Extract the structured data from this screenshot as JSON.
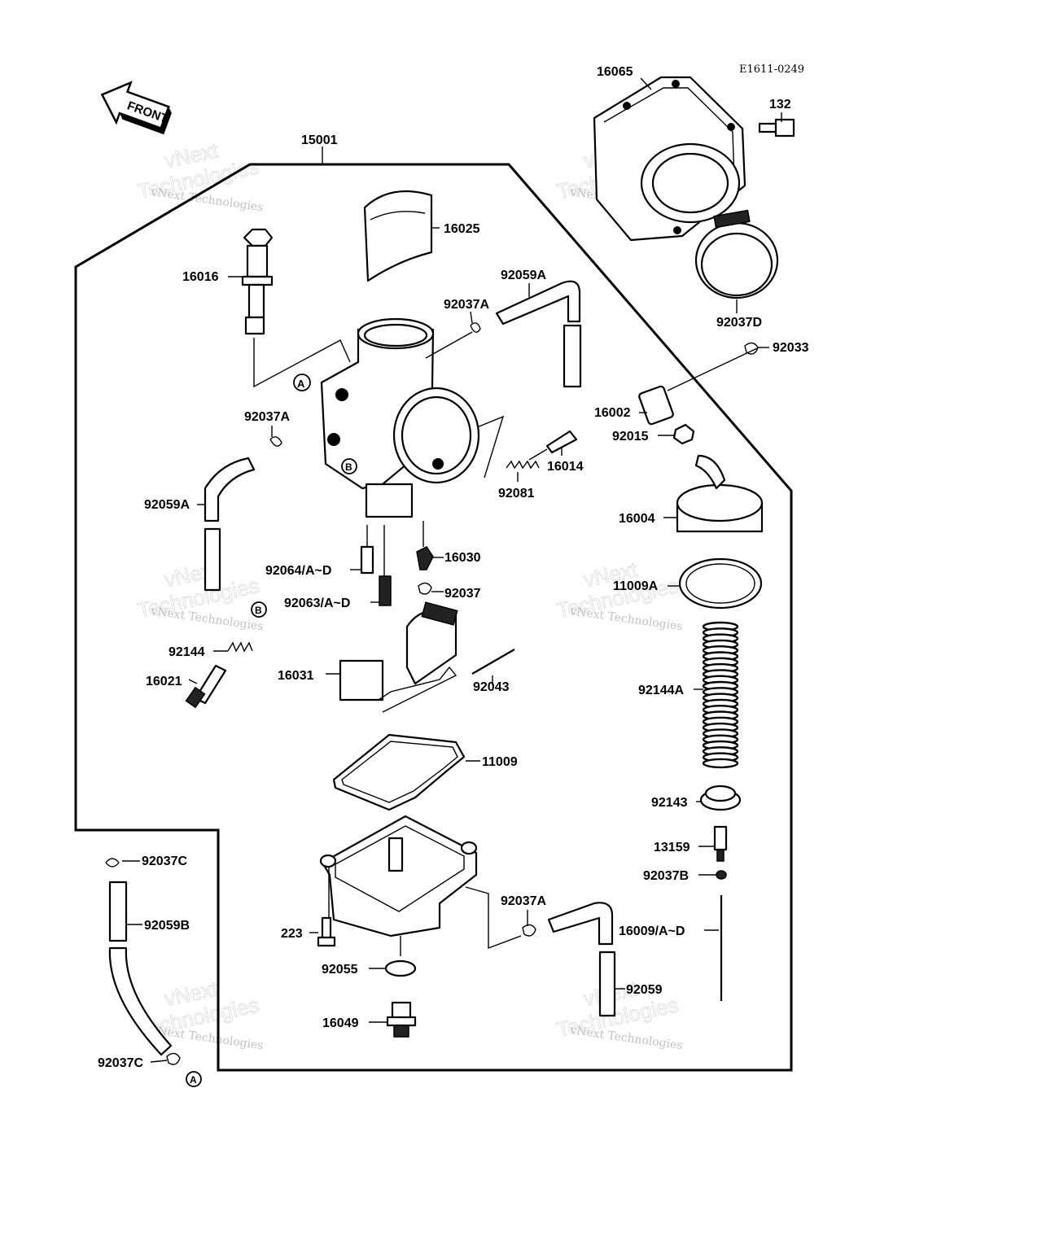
{
  "diagram": {
    "code": "E1611-0249",
    "front_arrow_label": "FRONT",
    "watermark": {
      "brand": "vNext Technologies",
      "line1": "vNext",
      "line2": "Technologies"
    },
    "circle_marks": [
      "A",
      "B"
    ],
    "parts": [
      "16065",
      "132",
      "15001",
      "16025",
      "16016",
      "92059A",
      "92037A",
      "92037D",
      "92033",
      "16002",
      "92015",
      "16014",
      "92081",
      "16004",
      "16030",
      "92064/A~D",
      "92063/A~D",
      "92037",
      "11009A",
      "92144",
      "16021",
      "16031",
      "92043",
      "92144A",
      "11009",
      "92143",
      "13159",
      "92037B",
      "92037C",
      "92059B",
      "223",
      "92055",
      "16049",
      "16009/A~D",
      "92059"
    ]
  }
}
